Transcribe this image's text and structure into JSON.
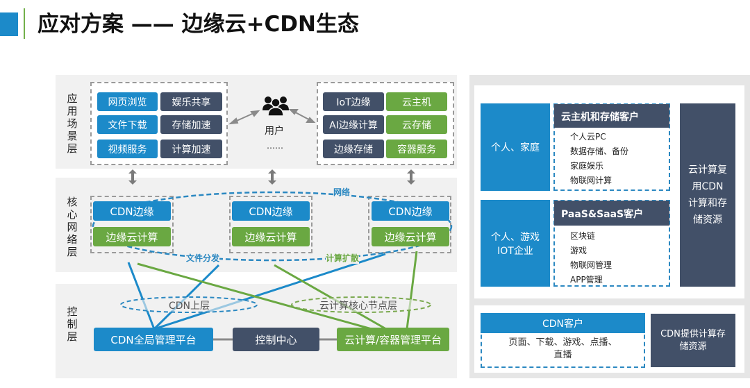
{
  "title": "应对方案 —— 边缘云+CDN生态",
  "layers": {
    "application": {
      "label": "应用场景层",
      "left_group": [
        "网页浏览",
        "娱乐共享",
        "文件下载",
        "存储加速",
        "视频服务",
        "计算加速"
      ],
      "right_group": [
        "IoT边缘",
        "云主机",
        "AI边缘计算",
        "云存储",
        "边缘存储",
        "容器服务"
      ],
      "user": {
        "icon": "users-icon",
        "label": "用户",
        "ellipsis": "……"
      }
    },
    "core_network": {
      "label": "核心网络层",
      "nodes": [
        {
          "top": "CDN边缘",
          "bottom": "边缘云计算"
        },
        {
          "top": "CDN边缘",
          "bottom": "边缘云计算"
        },
        {
          "top": "CDN边缘",
          "bottom": "边缘云计算"
        }
      ],
      "ring_labels": {
        "network": "网络",
        "file_distribution": "文件分发",
        "compute_spread": "计算扩散"
      }
    },
    "control": {
      "label": "控制层",
      "cdn_upper": "CDN上层",
      "cloud_core": "云计算核心节点层",
      "cdn_platform": "CDN全局管理平台",
      "control_center": "控制中心",
      "cloud_platform": "云计算/容器管理平台"
    }
  },
  "right": {
    "group1": {
      "segment": "个人、家庭",
      "header": "云主机和存储客户",
      "items": [
        "个人云PC",
        "数据存储、备份",
        "家庭娱乐",
        "物联网计算"
      ]
    },
    "group2": {
      "segment": "个人、游戏\nIOT企业",
      "segment_line1": "个人、游戏",
      "segment_line2": "IOT企业",
      "header": "PaaS&SaaS客户",
      "items": [
        "区块链",
        "游戏",
        "物联网管理",
        "APP管理"
      ]
    },
    "reuse_note": [
      "云计算复",
      "用CDN",
      "计算和存",
      "储资源"
    ],
    "cdn_customer": {
      "header": "CDN客户",
      "line1": "页面、下载、游戏、点播、",
      "line2": "直播"
    },
    "cdn_provides": [
      "CDN提供计算存",
      "储资源"
    ]
  },
  "colors": {
    "blue": "#1c8ac9",
    "dark": "#425068",
    "green": "#6aa842",
    "layer_bg": "#f1f1f1"
  }
}
